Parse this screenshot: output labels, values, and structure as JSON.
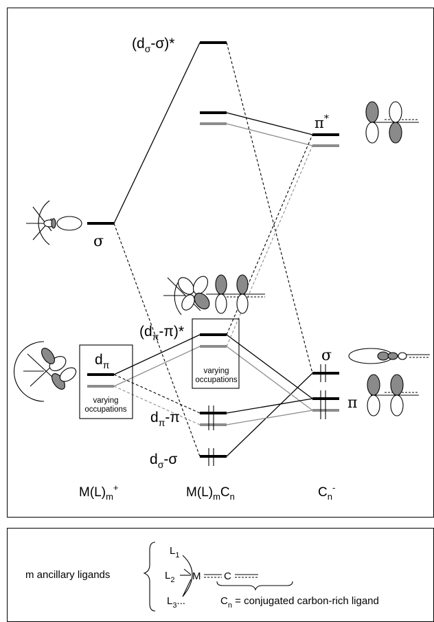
{
  "diagram": {
    "labels": {
      "d_sigma_sigma_star": {
        "main": "(d",
        "sub": "σ",
        "rest": "-σ)*"
      },
      "pi_star": {
        "main": "π",
        "sup": "*"
      },
      "sigma_metal": "σ",
      "d_pi": {
        "main": "d",
        "sub": "π"
      },
      "varying_occupations_left": [
        "varying",
        "occupations"
      ],
      "varying_occupations_center": [
        "varying",
        "occupations"
      ],
      "d_pi_pi_star": {
        "main": "(d",
        "sub": "π",
        "rest": "-π)*"
      },
      "d_pi_pi": {
        "main": "d",
        "sub": "π",
        "rest": "-π"
      },
      "d_sigma_sigma": {
        "main": "d",
        "sub": "σ",
        "rest": "-σ"
      },
      "sigma_ligand": "σ",
      "pi_ligand": "π"
    },
    "columns": {
      "metal": {
        "main": "M(L)",
        "sub": "m",
        "sup": "+"
      },
      "complex": {
        "main": "M(L)",
        "sub": "m",
        "rest": "C",
        "sub2": "n"
      },
      "ligand": {
        "main": "C",
        "sub": "n",
        "sup": "-"
      }
    }
  },
  "legend": {
    "ancillary_text": "m ancillary ligands",
    "ligand_labels": [
      {
        "main": "L",
        "sub": "1"
      },
      {
        "main": "L",
        "sub": "2"
      },
      {
        "main": "L",
        "sub": "3",
        "rest": "..."
      }
    ],
    "metal_symbol": "M",
    "carbon_symbol": "C",
    "cn_text": {
      "main": "C",
      "sub": "n",
      "rest": " = conjugated carbon-rich ligand"
    }
  }
}
